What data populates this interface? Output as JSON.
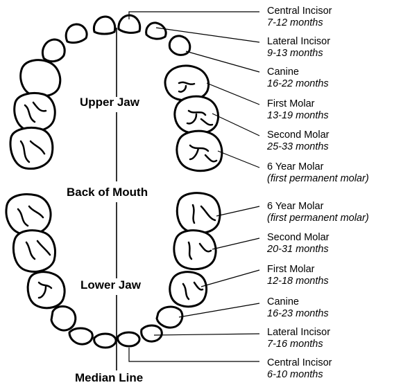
{
  "regions": {
    "upper_jaw": "Upper Jaw",
    "back_of_mouth": "Back of Mouth",
    "lower_jaw": "Lower Jaw",
    "median_line": "Median Line"
  },
  "upper_labels": [
    {
      "name": "Central Incisor",
      "age": "7-12 months"
    },
    {
      "name": "Lateral Incisor",
      "age": "9-13 months"
    },
    {
      "name": "Canine",
      "age": "16-22 months"
    },
    {
      "name": "First Molar",
      "age": "13-19 months"
    },
    {
      "name": "Second Molar",
      "age": "25-33 months"
    },
    {
      "name": "6 Year Molar",
      "age": "(first permanent molar)"
    }
  ],
  "lower_labels": [
    {
      "name": "6 Year Molar",
      "age": "(first permanent molar)"
    },
    {
      "name": "Second Molar",
      "age": "20-31 months"
    },
    {
      "name": "First Molar",
      "age": "12-18 months"
    },
    {
      "name": "Canine",
      "age": "16-23 months"
    },
    {
      "name": "Lateral Incisor",
      "age": "7-16 months"
    },
    {
      "name": "Central Incisor",
      "age": "6-10 months"
    }
  ]
}
